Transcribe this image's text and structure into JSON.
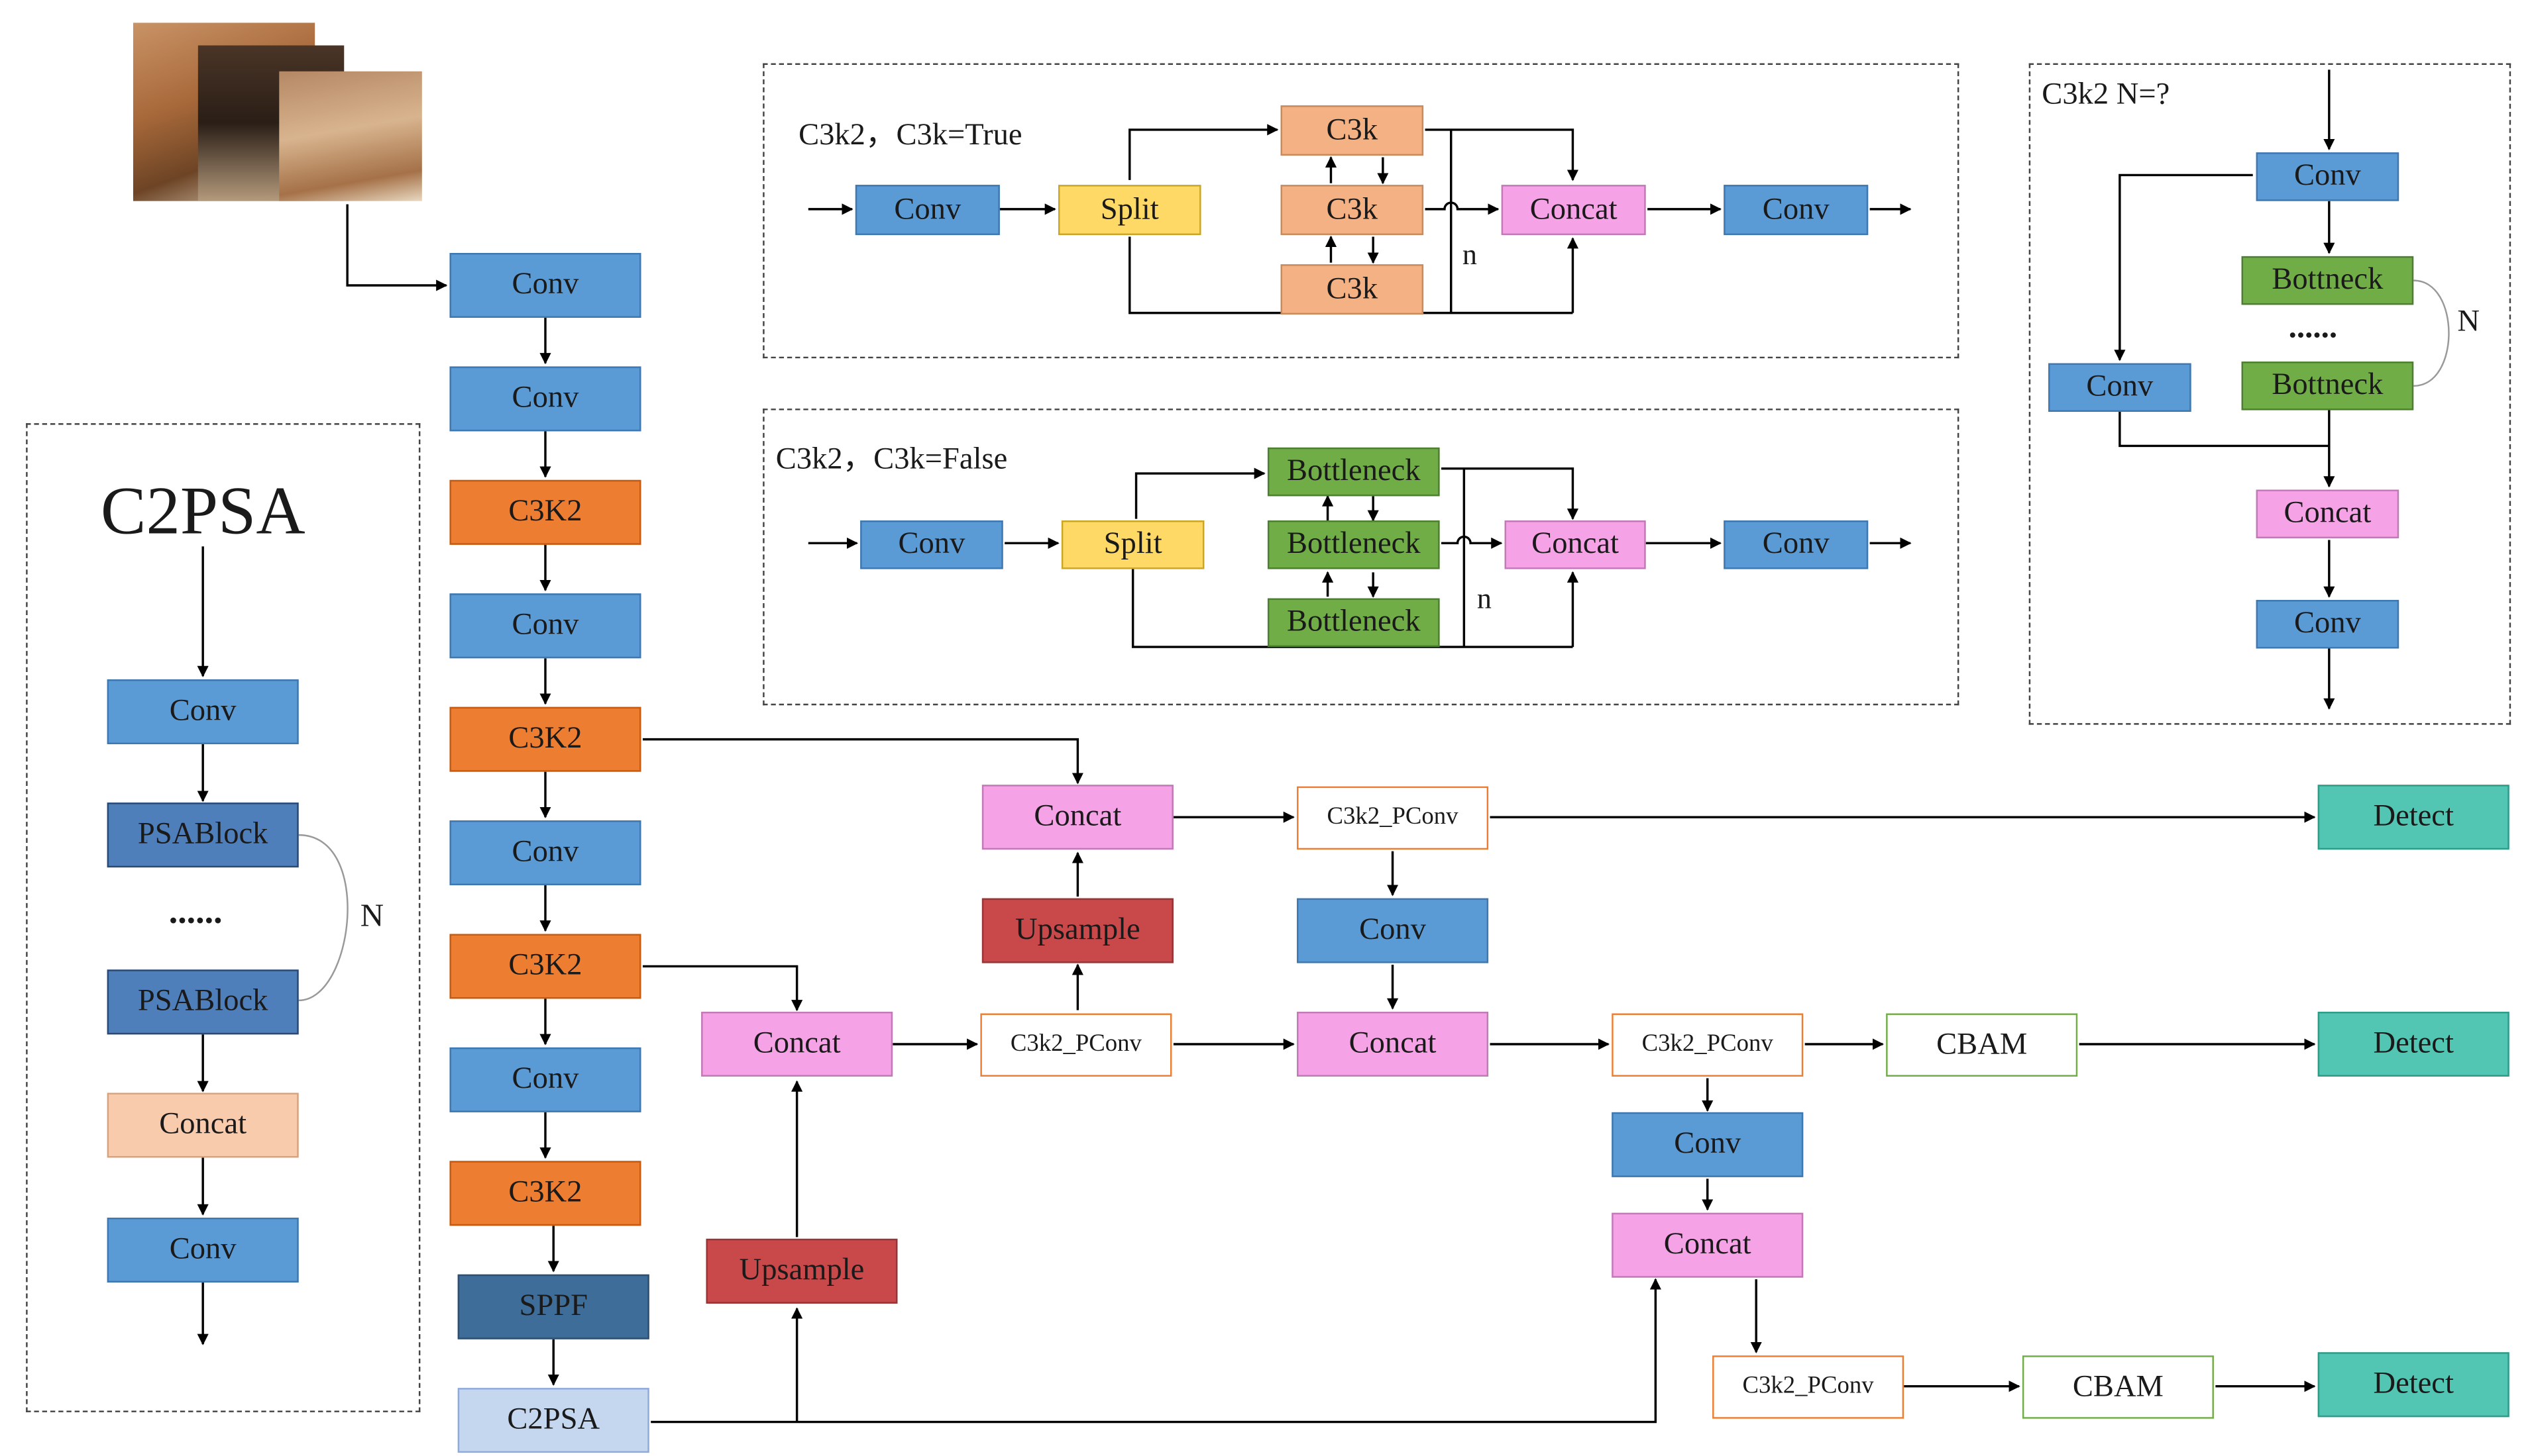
{
  "backbone": {
    "b1": "Conv",
    "b2": "Conv",
    "b3": "C3K2",
    "b4": "Conv",
    "b5": "C3K2",
    "b6": "Conv",
    "b7": "C3K2",
    "b8": "Conv",
    "b9": "C3K2",
    "b10": "SPPF",
    "b11": "C2PSA"
  },
  "neck": {
    "concat_a": "Concat",
    "upsample_a": "Upsample",
    "concat_b": "Concat",
    "upsample_b": "Upsample",
    "pconv_a": "C3k2_PConv",
    "pconv_b": "C3k2_PConv",
    "conv_c": "Conv",
    "concat_c": "Concat",
    "pconv_c": "C3k2_PConv",
    "cbam_c": "CBAM",
    "conv_d": "Conv",
    "concat_d": "Concat",
    "pconv_d": "C3k2_PConv",
    "cbam_d": "CBAM"
  },
  "heads": {
    "detect_1": "Detect",
    "detect_2": "Detect",
    "detect_3": "Detect"
  },
  "c2psa_panel": {
    "title": "C2PSA",
    "conv_top": "Conv",
    "psablock_1": "PSABlock",
    "dots": "......",
    "psablock_2": "PSABlock",
    "n_label": "N",
    "concat": "Concat",
    "conv_bottom": "Conv"
  },
  "c3k_true_panel": {
    "title": "C3k2，C3k=True",
    "conv_in": "Conv",
    "split": "Split",
    "c3k_1": "C3k",
    "c3k_2": "C3k",
    "c3k_3": "C3k",
    "n_label": "n",
    "concat": "Concat",
    "conv_out": "Conv"
  },
  "c3k_false_panel": {
    "title": "C3k2，C3k=False",
    "conv_in": "Conv",
    "split": "Split",
    "bn_1": "Bottleneck",
    "bn_2": "Bottleneck",
    "bn_3": "Bottleneck",
    "n_label": "n",
    "concat": "Concat",
    "conv_out": "Conv"
  },
  "c3k2_n_panel": {
    "title": "C3k2 N=?",
    "conv_top": "Conv",
    "bottleneck_1": "Bottneck",
    "dots": "......",
    "bottleneck_2": "Bottneck",
    "n_label": "N",
    "conv_side": "Conv",
    "concat": "Concat",
    "conv_bottom": "Conv"
  },
  "colors": {
    "conv": "#5b9bd5",
    "c3k2": "#ed7d31",
    "sppf": "#3f6d99",
    "c2psa": "#c5d7ee",
    "concat": "#f5a3e6",
    "upsample": "#c9484a",
    "detect": "#52c6b3",
    "split": "#ffd966",
    "c3k": "#f4b183",
    "bottleneck": "#70ad47",
    "psablock": "#4f7fba",
    "concat_c2psa": "#f8cbad"
  }
}
